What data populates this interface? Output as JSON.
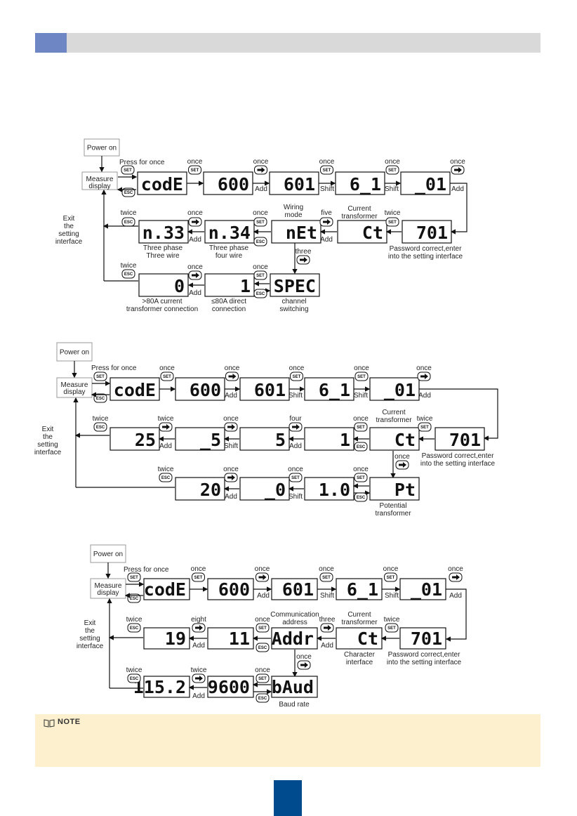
{
  "note": {
    "label": "NOTE"
  },
  "diagrams": [
    {
      "ox": 0,
      "oy": 0,
      "power_on": "Power on",
      "measure": [
        "Measure",
        "display"
      ],
      "exit": [
        "Exit",
        "the",
        "setting",
        "interface"
      ],
      "rows": [
        [
          {
            "d": "codE",
            "key": "SET",
            "lbl": "once",
            "top": "Press for once"
          },
          {
            "d": "600",
            "key": "SET",
            "lbl": "once"
          },
          {
            "d": "601",
            "key": "→",
            "lbl": "once",
            "act": "Add"
          },
          {
            "d": "6_1",
            "key": "SET",
            "lbl": "once",
            "act": "Shift"
          },
          {
            "d": "_01",
            "key": "SET",
            "lbl": "once",
            "act": "Shift",
            "act2": "Add",
            "key2": "→",
            "lbl2": "once"
          }
        ]
      ]
    }
  ],
  "d1": {
    "power_on": "Power on",
    "measure": [
      "Measure",
      "display"
    ],
    "press": "Press for once",
    "exit": [
      "Exit",
      "the",
      "setting",
      "interface"
    ],
    "r1": [
      "codE",
      "600",
      "601",
      "6_1",
      "_01"
    ],
    "r1_lbl": [
      "once",
      "once",
      "once",
      "once",
      "once"
    ],
    "r1_keys": [
      "SET",
      "SET",
      "→",
      "SET",
      "SET",
      "→"
    ],
    "r1_act": [
      "Add",
      "Shift",
      "Shift",
      "Add"
    ],
    "r2": [
      "n.33",
      "n.34",
      "nEt",
      "Ct",
      "701"
    ],
    "r2_lbl": [
      "twice",
      "once",
      "once",
      "five",
      "twice"
    ],
    "r2_act": [
      "Add",
      "Add"
    ],
    "wiring": [
      "Wiring",
      "mode"
    ],
    "ct": [
      "Current",
      "transformer"
    ],
    "r2_sub": [
      [
        "Three phase",
        "Three wire"
      ],
      [
        "Three phase",
        "four wire"
      ]
    ],
    "pw": [
      "Password correct,enter",
      "into the setting interface"
    ],
    "three": "three",
    "r3": [
      "0",
      "1",
      "SPEC"
    ],
    "r3_lbl": [
      "twice",
      "once",
      "once"
    ],
    "r3_act": "Add",
    "r3_sub": [
      [
        ">80A current",
        "transformer connection"
      ],
      [
        "≤80A direct",
        "connection"
      ],
      [
        "channel",
        "switching"
      ]
    ]
  },
  "d2": {
    "power_on": "Power on",
    "measure": [
      "Measure",
      "display"
    ],
    "press": "Press for once",
    "exit": [
      "Exit",
      "the",
      "setting",
      "interface"
    ],
    "r1": [
      "codE",
      "600",
      "601",
      "6_1",
      "_01"
    ],
    "r1_lbl": [
      "once",
      "once",
      "once",
      "once",
      "once"
    ],
    "r1_act": [
      "Add",
      "Shift",
      "Shift",
      "Add"
    ],
    "r2": [
      "25",
      "_5",
      "5",
      "1",
      "Ct",
      "701"
    ],
    "r2_lbl": [
      "twice",
      "twice",
      "once",
      "four",
      "once",
      "twice"
    ],
    "r2_act": [
      "Add",
      "Shift",
      "Add"
    ],
    "ct": [
      "Current",
      "transformer"
    ],
    "pw": [
      "Password correct,enter",
      "into the setting interface"
    ],
    "once_down": "once",
    "r3": [
      "20",
      "_0",
      "1.0",
      "Pt"
    ],
    "r3_lbl": [
      "twice",
      "once",
      "once",
      "once"
    ],
    "r3_act": [
      "Add",
      "Shift"
    ],
    "pt": [
      "Potential",
      "transformer"
    ]
  },
  "d3": {
    "power_on": "Power on",
    "measure": [
      "Measure",
      "display"
    ],
    "press": "Press for once",
    "exit": [
      "Exit",
      "the",
      "setting",
      "interface"
    ],
    "r1": [
      "codE",
      "600",
      "601",
      "6_1",
      "_01"
    ],
    "r1_lbl": [
      "once",
      "once",
      "once",
      "once",
      "once"
    ],
    "r1_act": [
      "Add",
      "Shift",
      "Shift",
      "Add"
    ],
    "r2": [
      "19",
      "11",
      "Addr",
      "Ct",
      "701"
    ],
    "r2_lbl": [
      "twice",
      "eight",
      "once",
      "three",
      "twice"
    ],
    "r2_act": [
      "Add",
      "Add"
    ],
    "comm": [
      "Communication",
      "address"
    ],
    "ct": [
      "Current",
      "transformer"
    ],
    "char": [
      "Character",
      "interface"
    ],
    "pw": [
      "Password correct,enter",
      "into the setting interface"
    ],
    "once_down": "once",
    "r3": [
      "115.2",
      "9600",
      "bAud"
    ],
    "r3_lbl": [
      "twice",
      "twice",
      "once"
    ],
    "r3_act": "Add",
    "baud": "Baud rate"
  }
}
